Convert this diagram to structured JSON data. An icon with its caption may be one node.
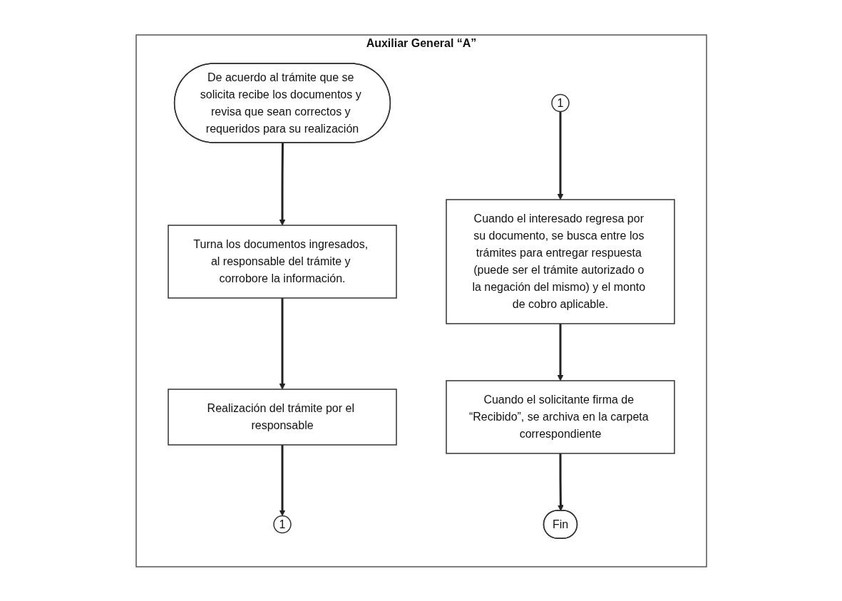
{
  "diagram": {
    "nodes": [
      {
        "text": [
          "Auxiliar General “A”"
        ]
      },
      {
        "text": [
          "De acuerdo al trámite que se solicita recibe los documentos y revisa que sean correctos y requeridos para su realización"
        ],
        "in": 0
      },
      {
        "text": [
          "Turna los documentos ingresados, al responsable del trámite y corrobore la información."
        ],
        "in": 0
      },
      {
        "text": [
          "Realización del trámite por el responsable"
        ],
        "in": 0
      },
      {
        "text": [
          "1"
        ],
        "in": 0
      },
      {
        "text": [
          "1"
        ],
        "in": 0
      },
      {
        "text": [
          "Cuando el interesado regresa por su documento, se busca entre los trámites para entregar respuesta (puede ser el trámite autorizado o la negación del mismo) y el monto de cobro aplicable."
        ],
        "in": 0
      },
      {
        "text": [
          "Cuando el solicitante firma de “Recibido”, se archiva en la carpeta correspondiente"
        ],
        "in": 0
      },
      {
        "text": [
          "Fin"
        ],
        "in": 0
      }
    ],
    "edges": [
      {
        "from": 1,
        "to": 2,
        "arrow": "to"
      },
      {
        "from": 2,
        "to": 3,
        "arrow": "to"
      },
      {
        "from": 3,
        "to": 4,
        "arrow": "to"
      },
      {
        "from": 5,
        "to": 6,
        "arrow": "to"
      },
      {
        "from": 6,
        "to": 7,
        "arrow": "to"
      },
      {
        "from": 7,
        "to": 8,
        "arrow": "to"
      }
    ]
  }
}
